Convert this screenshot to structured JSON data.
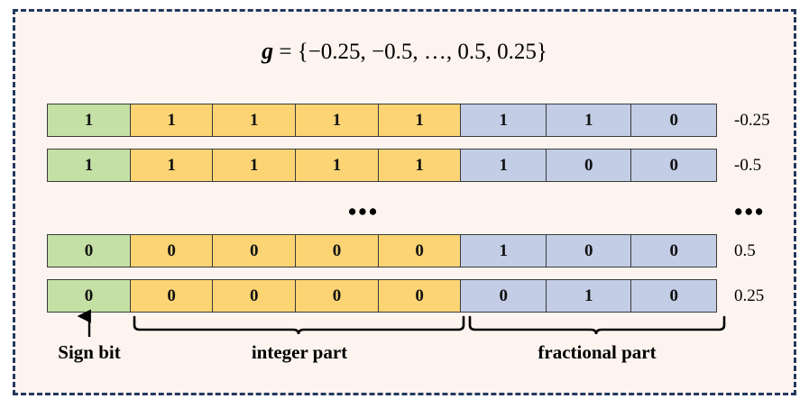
{
  "figure": {
    "title": {
      "variable": "g",
      "equals": "=",
      "set": "{−0.25, −0.5, …, 0.5, 0.25}",
      "full": "g = {−0.25, −0.5, …, 0.5, 0.25}"
    },
    "colors": {
      "panel_background": "#fdf4ef",
      "panel_border": "#22395f",
      "sign_bit": "#c5e0a5",
      "integer_part": "#fcd474",
      "fractional_part": "#c3cde6",
      "cell_border": "#3a3a3a",
      "text": "#000000"
    },
    "ellipsis": {
      "bits": "•••",
      "values": "•••"
    },
    "bracket_labels": {
      "sign": "Sign bit",
      "integer": "integer part",
      "fractional": "fractional part"
    },
    "rows": [
      {
        "sign": "1",
        "integer": [
          "1",
          "1",
          "1",
          "1"
        ],
        "fractional": [
          "1",
          "1",
          "0"
        ],
        "value": "-0.25"
      },
      {
        "sign": "1",
        "integer": [
          "1",
          "1",
          "1",
          "1"
        ],
        "fractional": [
          "1",
          "0",
          "0"
        ],
        "value": "-0.5"
      },
      {
        "sign": "0",
        "integer": [
          "0",
          "0",
          "0",
          "0"
        ],
        "fractional": [
          "1",
          "0",
          "0"
        ],
        "value": "0.5"
      },
      {
        "sign": "0",
        "integer": [
          "0",
          "0",
          "0",
          "0"
        ],
        "fractional": [
          "0",
          "1",
          "0"
        ],
        "value": "0.25"
      }
    ]
  }
}
